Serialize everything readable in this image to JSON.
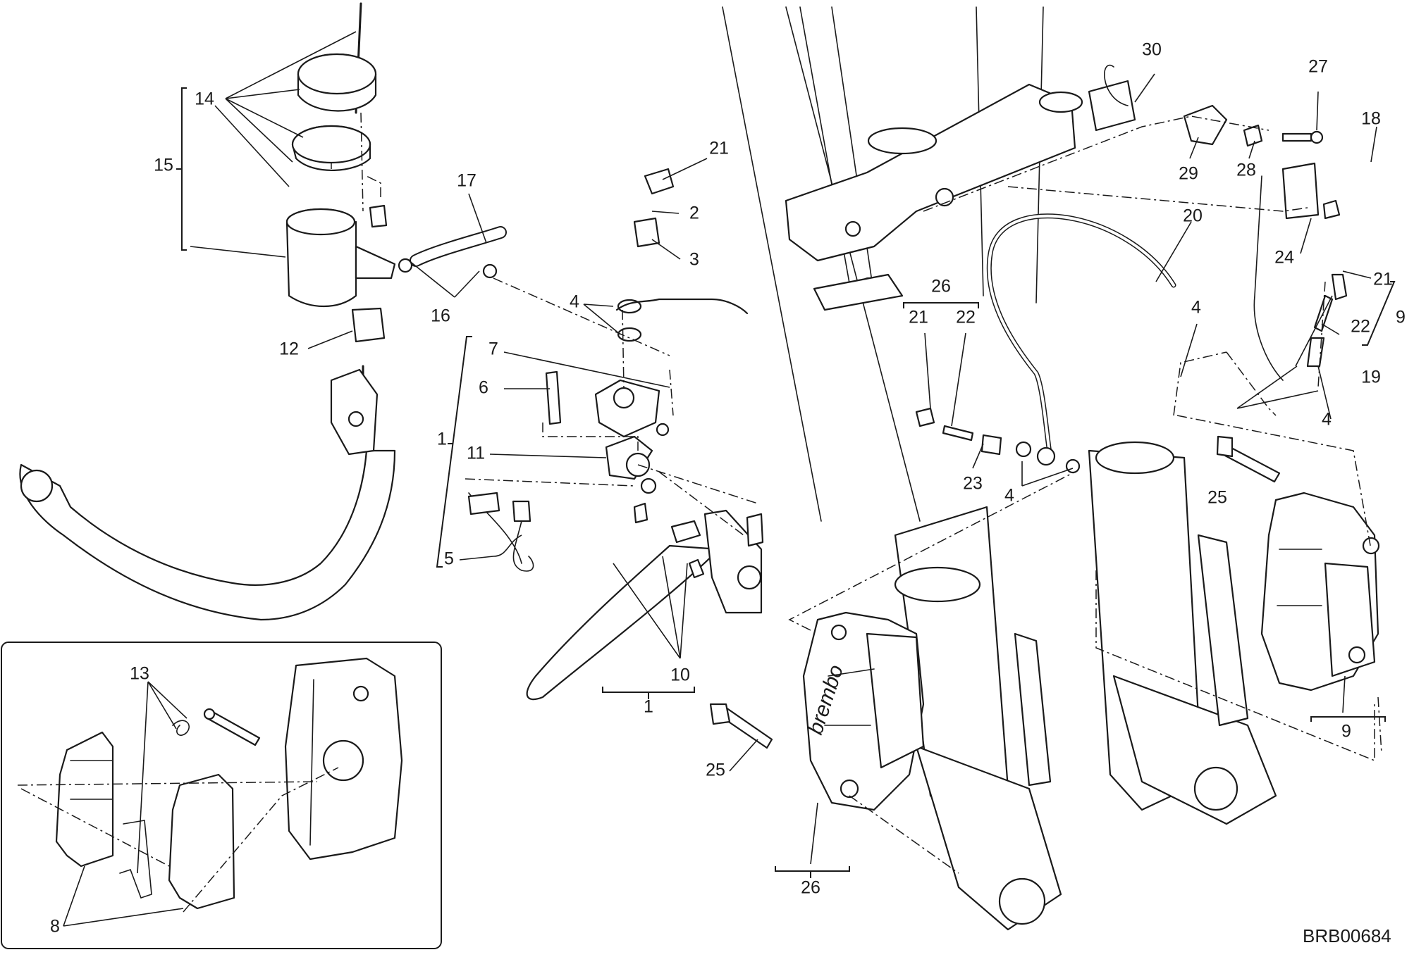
{
  "diagram": {
    "drawing_code": "BRB00684",
    "callouts": {
      "c1a": "1",
      "c1b": "1",
      "c2": "2",
      "c3": "3",
      "c4a": "4",
      "c4b": "4",
      "c4c": "4",
      "c4d": "4",
      "c5": "5",
      "c6": "6",
      "c7": "7",
      "c8": "8",
      "c9a": "9",
      "c9b": "9",
      "c10": "10",
      "c11": "11",
      "c12": "12",
      "c13": "13",
      "c14": "14",
      "c15": "15",
      "c16": "16",
      "c17": "17",
      "c18": "18",
      "c19": "19",
      "c20": "20",
      "c21a": "21",
      "c21b": "21",
      "c21c": "21",
      "c22a": "22",
      "c22b": "22",
      "c23": "23",
      "c24": "24",
      "c25a": "25",
      "c25b": "25",
      "c26a": "26",
      "c26b": "26",
      "c27": "27",
      "c28": "28",
      "c29": "29",
      "c30": "30"
    },
    "caliper_brand": "brembo"
  }
}
